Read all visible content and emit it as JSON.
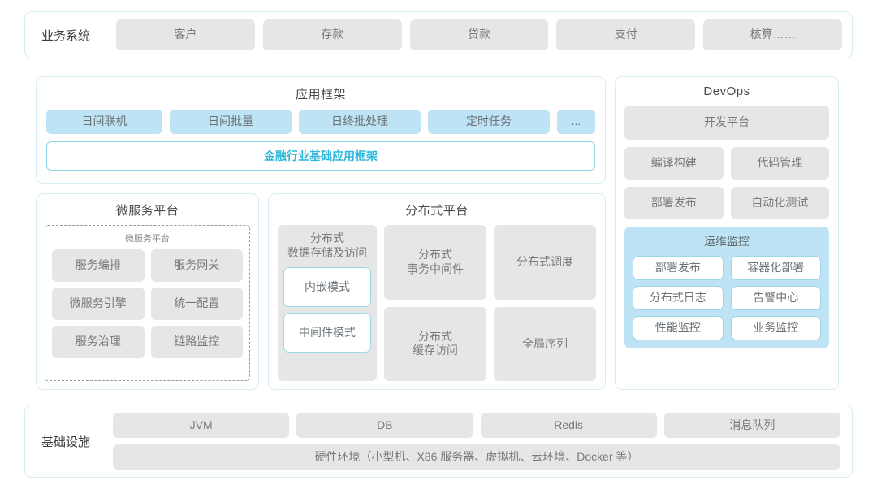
{
  "business_systems": {
    "label": "业务系统",
    "items": [
      "客户",
      "存款",
      "贷款",
      "支付",
      "核算……"
    ]
  },
  "app_framework": {
    "title": "应用框架",
    "chips": [
      "日间联机",
      "日间批量",
      "日终批处理",
      "定时任务",
      "..."
    ],
    "base_label": "金融行业基础应用框架",
    "accent_color": "#2cb8dd"
  },
  "microservice_platform": {
    "title": "微服务平台",
    "inner_title": "微服务平台",
    "items": [
      "服务编排",
      "服务网关",
      "微服务引擎",
      "统一配置",
      "服务治理",
      "链路监控"
    ]
  },
  "distributed_platform": {
    "title": "分布式平台",
    "left_column": {
      "title": "分布式\n数据存储及访问",
      "title_line1": "分布式",
      "title_line2": "数据存储及访问",
      "modes": [
        "内嵌模式",
        "中间件模式"
      ]
    },
    "right_items": [
      {
        "line1": "分布式",
        "line2": "事务中间件"
      },
      {
        "line1": "分布式调度",
        "line2": ""
      },
      {
        "line1": "分布式",
        "line2": "缓存访问"
      },
      {
        "line1": "全局序列",
        "line2": ""
      }
    ]
  },
  "devops": {
    "title": "DevOps",
    "wide_item": "开发平台",
    "grid_items": [
      "编译构建",
      "代码管理",
      "部署发布",
      "自动化测试"
    ],
    "ops_monitoring": {
      "title": "运维监控",
      "items": [
        "部署发布",
        "容器化部署",
        "分布式日志",
        "告警中心",
        "性能监控",
        "业务监控"
      ]
    }
  },
  "infrastructure": {
    "label": "基础设施",
    "items": [
      "JVM",
      "DB",
      "Redis",
      "消息队列"
    ],
    "hardware": "硬件环境（小型机、X86 服务器、虚拟机、云环境、Docker 等）"
  },
  "colors": {
    "panel_border": "#d9edf4",
    "chip_grey": "#e6e6e6",
    "chip_blue": "#bde3f5",
    "accent": "#2cb8dd"
  }
}
